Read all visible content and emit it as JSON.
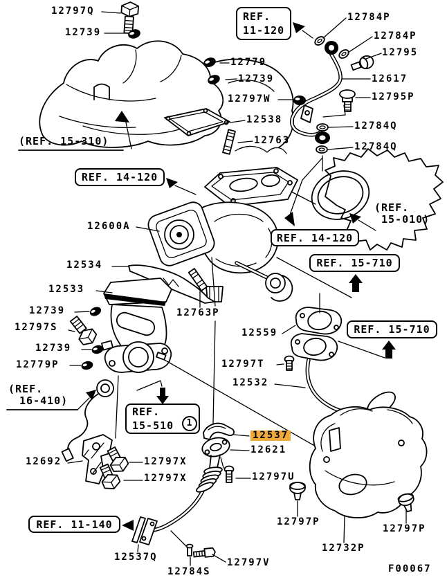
{
  "diagram": {
    "figure_code": "F00067",
    "highlight": {
      "part": "12537",
      "color": "#EFA83C"
    }
  },
  "part_labels": [
    {
      "text": "12797Q"
    },
    {
      "text": "12739"
    },
    {
      "text": "12784P"
    },
    {
      "text": "12784P"
    },
    {
      "text": "12795"
    },
    {
      "text": "12779"
    },
    {
      "text": "12739"
    },
    {
      "text": "12617"
    },
    {
      "text": "12797W"
    },
    {
      "text": "12795P"
    },
    {
      "text": "12538"
    },
    {
      "text": "12784Q"
    },
    {
      "text": "12763"
    },
    {
      "text": "12784Q"
    },
    {
      "text": "12600A"
    },
    {
      "text": "12534"
    },
    {
      "text": "12533"
    },
    {
      "text": "12739"
    },
    {
      "text": "12797S"
    },
    {
      "text": "12739"
    },
    {
      "text": "12779P"
    },
    {
      "text": "12763P"
    },
    {
      "text": "12559"
    },
    {
      "text": "12797T"
    },
    {
      "text": "12532"
    },
    {
      "text": "12537",
      "highlighted": true
    },
    {
      "text": "12621"
    },
    {
      "text": "12692"
    },
    {
      "text": "12797X"
    },
    {
      "text": "12797X"
    },
    {
      "text": "12797U"
    },
    {
      "text": "12797P"
    },
    {
      "text": "12797P"
    },
    {
      "text": "12537Q"
    },
    {
      "text": "12732P"
    },
    {
      "text": "12797V"
    },
    {
      "text": "12784S"
    }
  ],
  "ref_boxes": [
    {
      "line1": "REF.",
      "line2": "11-120"
    },
    {
      "label": "REF. 14-120"
    },
    {
      "label": "REF. 14-120"
    },
    {
      "label": "REF. 15-710"
    },
    {
      "label": "REF. 15-710"
    },
    {
      "line1": "REF.",
      "line2": "15-510",
      "badge": "1"
    },
    {
      "label": "REF. 11-140"
    }
  ],
  "ref_notes": [
    {
      "label": "(REF. 15-310)"
    },
    {
      "line1": "(REF.",
      "line2": "15-010)"
    },
    {
      "line1": "(REF.",
      "line2": "16-410)"
    }
  ]
}
